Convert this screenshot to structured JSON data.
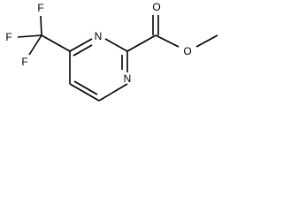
{
  "diagram": {
    "type": "skeletal-formula",
    "colors": {
      "bond": "#000000",
      "label": "#000000",
      "background": "#ffffff"
    },
    "atom_labels": {
      "fluorine_top": "F",
      "fluorine_left": "F",
      "fluorine_bottom": "F",
      "ring_nitrogen_top": "N",
      "ring_nitrogen_bottom": "N",
      "carbonyl_oxygen": "O",
      "ester_oxygen": "O"
    }
  }
}
